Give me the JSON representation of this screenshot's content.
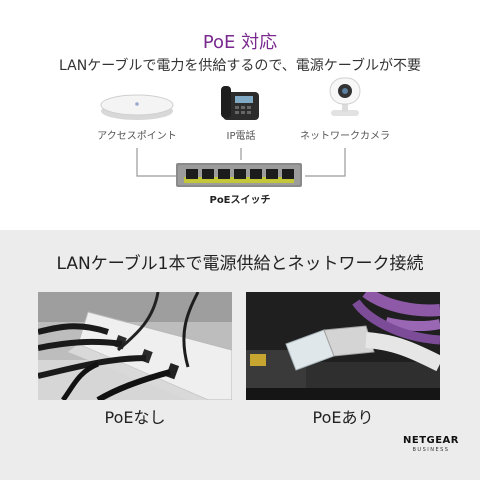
{
  "header": {
    "title": "PoE 対応",
    "subtitle": "LANケーブルで電力を供給するので、電源ケーブルが不要"
  },
  "devices": [
    {
      "label": "アクセスポイント",
      "icon": "access-point-icon"
    },
    {
      "label": "IP電話",
      "icon": "ip-phone-icon"
    },
    {
      "label": "ネットワークカメラ",
      "icon": "network-camera-icon"
    }
  ],
  "switch": {
    "label": "PoEスイッチ",
    "icon": "poe-switch-icon"
  },
  "section": {
    "headline": "LANケーブル1本で電源供給とネットワーク接続"
  },
  "comparison": {
    "left_caption": "PoEなし",
    "right_caption": "PoEあり"
  },
  "brand": {
    "name": "NETGEAR",
    "sub": "BUSINESS"
  },
  "colors": {
    "accent": "#7a2a8f",
    "background_bottom": "#ececec"
  }
}
